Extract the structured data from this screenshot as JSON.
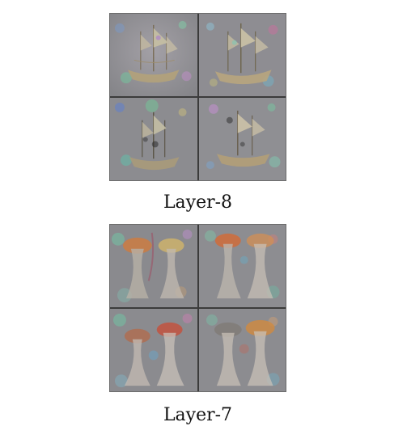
{
  "figure": {
    "panels": [
      {
        "caption": "Layer-8",
        "cells": [
          {
            "content": "ship-visualization"
          },
          {
            "content": "ship-visualization"
          },
          {
            "content": "ship-visualization"
          },
          {
            "content": "ship-visualization"
          }
        ]
      },
      {
        "caption": "Layer-7",
        "cells": [
          {
            "content": "mushroom-like-visualization"
          },
          {
            "content": "mushroom-like-visualization"
          },
          {
            "content": "mushroom-like-visualization"
          },
          {
            "content": "mushroom-like-visualization"
          }
        ]
      }
    ]
  }
}
